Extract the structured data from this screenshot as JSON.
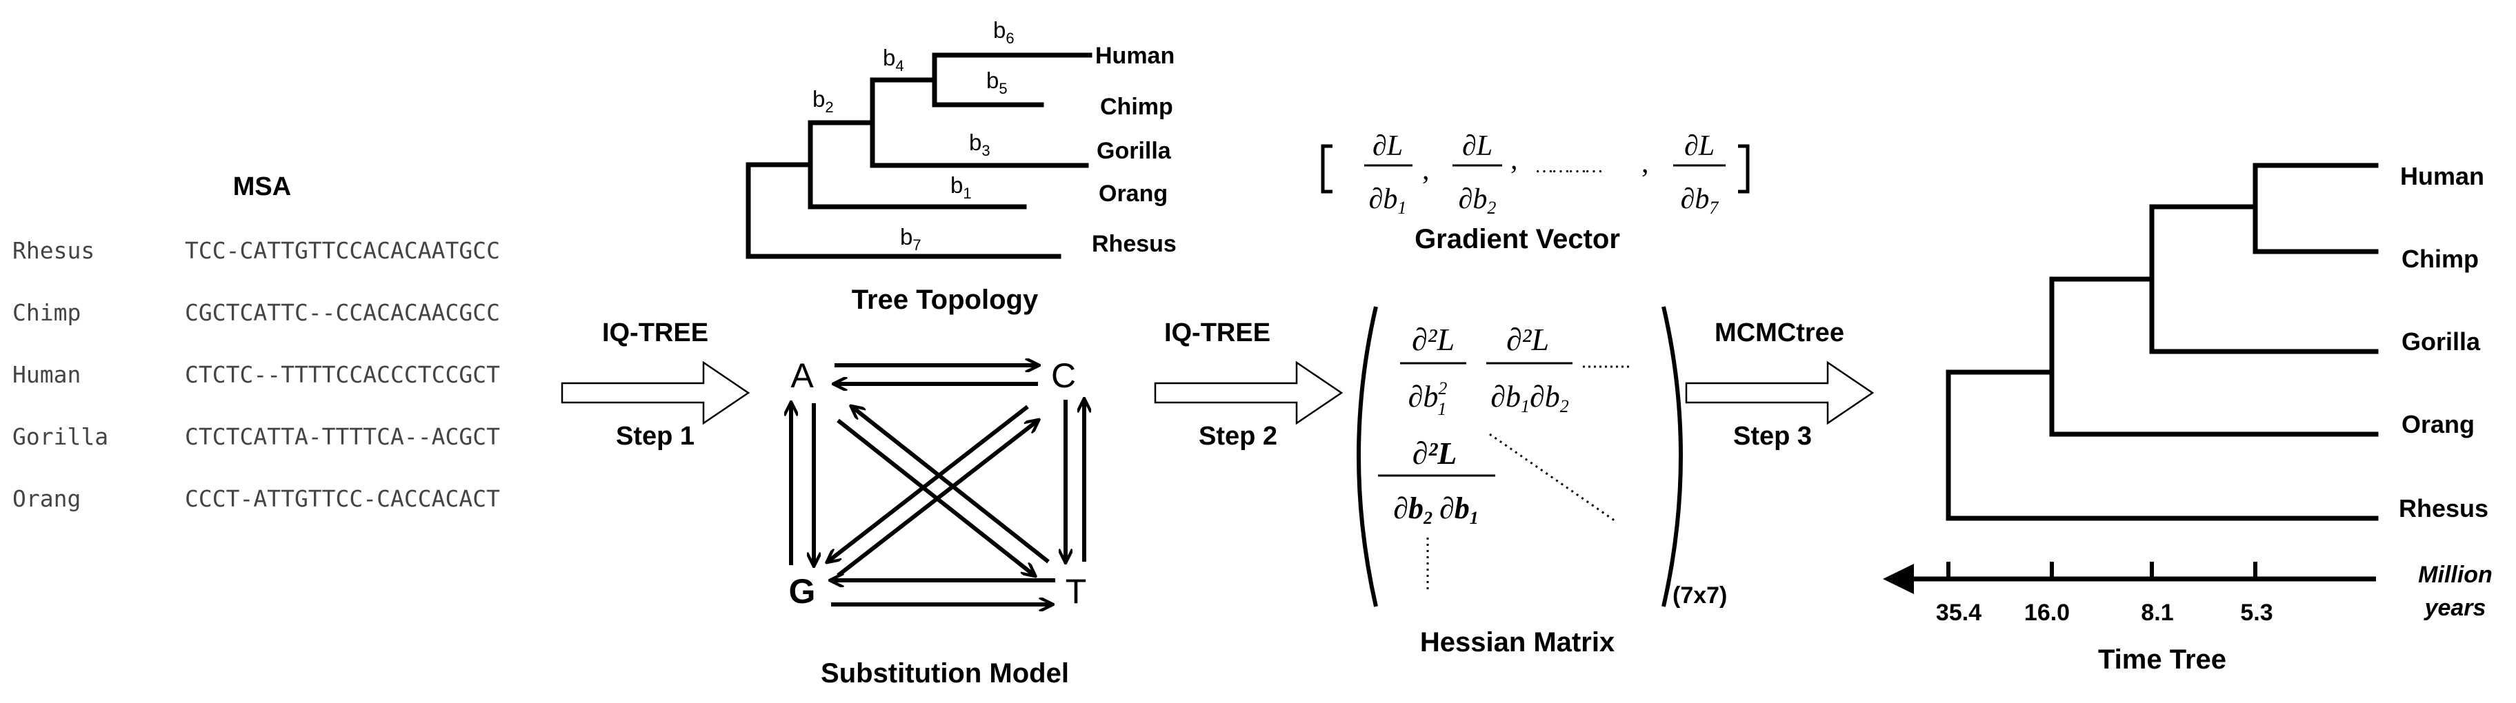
{
  "msa": {
    "title": "MSA",
    "rows": [
      {
        "name": "Rhesus",
        "seq": "TCC-CATTGTTCCACACAATGCC"
      },
      {
        "name": "Chimp",
        "seq": "CGCTCATTC--CCACACAACGCC"
      },
      {
        "name": "Human",
        "seq": "CTCTC--TTTTCCACCCTCCGCT"
      },
      {
        "name": "Gorilla",
        "seq": "CTCTCATTA-TTTTCA--ACGCT"
      },
      {
        "name": "Orang",
        "seq": "CCCT-ATTGTTCC-CACCACACT"
      }
    ]
  },
  "step1": {
    "tool": "IQ-TREE",
    "label": "Step 1"
  },
  "step2": {
    "tool": "IQ-TREE",
    "label": "Step 2"
  },
  "step3": {
    "tool": "MCMCtree",
    "label": "Step 3"
  },
  "tree_topology": {
    "title": "Tree Topology",
    "taxa": [
      "Human",
      "Chimp",
      "Gorilla",
      "Orang",
      "Rhesus"
    ],
    "branches": [
      {
        "b": "b",
        "sub": "6"
      },
      {
        "b": "b",
        "sub": "4"
      },
      {
        "b": "b",
        "sub": "5"
      },
      {
        "b": "b",
        "sub": "2"
      },
      {
        "b": "b",
        "sub": "3"
      },
      {
        "b": "b",
        "sub": "1"
      },
      {
        "b": "b",
        "sub": "7"
      }
    ]
  },
  "substitution_model": {
    "title": "Substitution Model",
    "nucleotides": [
      "A",
      "C",
      "G",
      "T"
    ]
  },
  "gradient_vector": {
    "title": "Gradient Vector",
    "terms": [
      {
        "num": "∂L",
        "den": "∂b",
        "sub": "1"
      },
      {
        "num": "∂L",
        "den": "∂b",
        "sub": "2"
      },
      {
        "num": "∂L",
        "den": "∂b",
        "sub": "7"
      }
    ],
    "ellipsis": "…………",
    "comma": ","
  },
  "hessian_matrix": {
    "title": "Hessian Matrix",
    "size": "(7x7)",
    "entry11": {
      "num": "∂²L",
      "den": "∂b",
      "sup": "2",
      "sub": "1"
    },
    "entry12": {
      "num": "∂²L",
      "den1": "∂b",
      "sub1": "1",
      "den2": "∂b",
      "sub2": "2"
    },
    "entry21": {
      "num": "∂²L",
      "den1": "∂b",
      "sub1": "2",
      "den2": "∂b",
      "sub2": "1"
    }
  },
  "time_tree": {
    "title": "Time Tree",
    "taxa": [
      "Human",
      "Chimp",
      "Gorilla",
      "Orang",
      "Rhesus"
    ],
    "axis_ticks": [
      "35.4",
      "16.0",
      "8.1",
      "5.3"
    ],
    "axis_unit_line1": "Million",
    "axis_unit_line2": "years"
  }
}
